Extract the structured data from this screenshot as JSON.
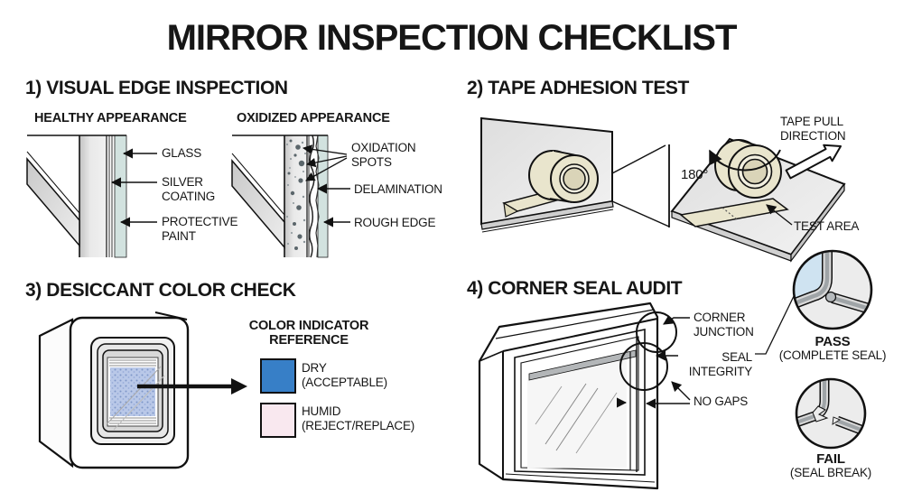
{
  "title": "MIRROR INSPECTION CHECKLIST",
  "section1": {
    "heading": "1) VISUAL EDGE INSPECTION",
    "healthy_title": "HEALTHY APPEARANCE",
    "oxidized_title": "OXIDIZED APPEARANCE",
    "labels": {
      "glass": "GLASS",
      "silver_coating": "SILVER COATING",
      "protective_paint": "PROTECTIVE PAINT",
      "oxidation_spots": "OXIDATION SPOTS",
      "delamination": "DELAMINATION",
      "rough_edge": "ROUGH EDGE"
    }
  },
  "section2": {
    "heading": "2) TAPE ADHESION TEST",
    "labels": {
      "angle": "180°",
      "pull_direction": "TAPE PULL DIRECTION",
      "test_area": "TEST AREA"
    }
  },
  "section3": {
    "heading": "3) DESICCANT COLOR CHECK",
    "reference_title": "COLOR INDICATOR REFERENCE",
    "swatches": [
      {
        "name": "DRY",
        "status": "(ACCEPTABLE)",
        "color": "#377fc7"
      },
      {
        "name": "HUMID",
        "status": "(REJECT/REPLACE)",
        "color": "#f9e8ef"
      }
    ]
  },
  "section4": {
    "heading": "4) CORNER SEAL AUDIT",
    "labels": {
      "corner_junction": "CORNER JUNCTION",
      "seal_integrity": "SEAL INTEGRITY",
      "no_gaps": "NO GAPS"
    },
    "results": [
      {
        "verdict": "PASS",
        "detail": "(COMPLETE SEAL)"
      },
      {
        "verdict": "FAIL",
        "detail": "(SEAL BREAK)"
      }
    ]
  }
}
